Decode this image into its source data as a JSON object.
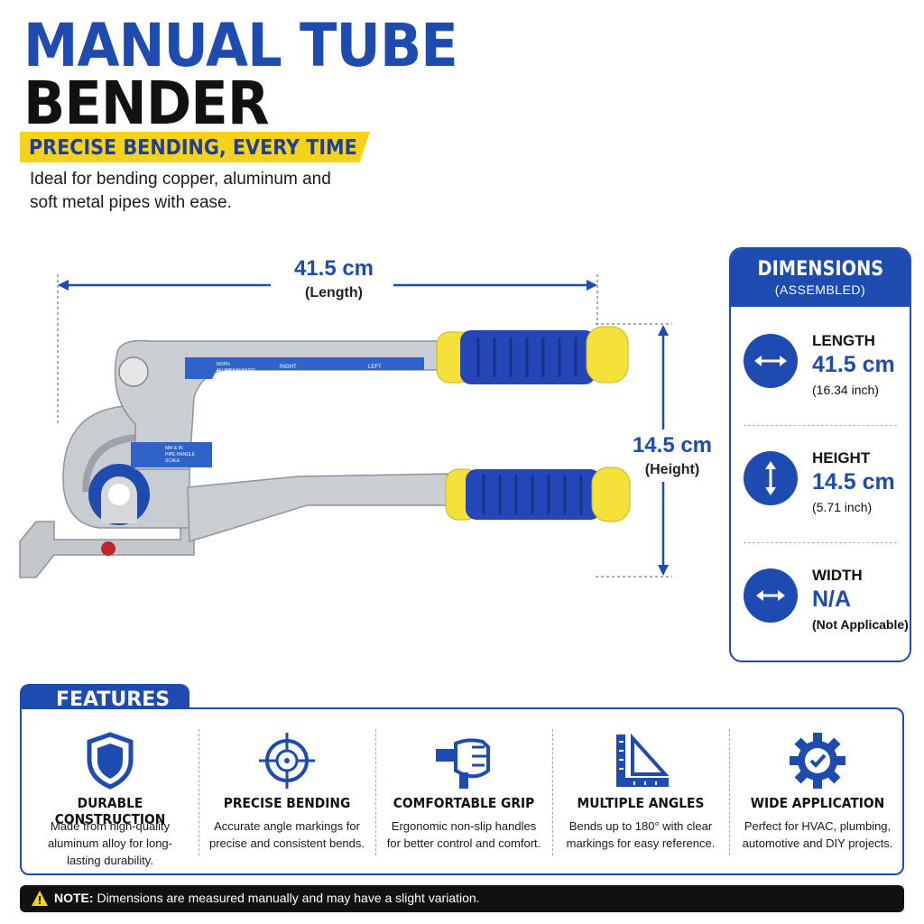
{
  "header": {
    "title_line1": "MANUAL TUBE",
    "title_line2": "BENDER",
    "tagline": "PRECISE BENDING, EVERY TIME",
    "description": "Ideal for bending copper, aluminum and soft metal pipes with ease."
  },
  "product": {
    "length_value": "41.5 cm",
    "length_label": "(Length)",
    "height_value": "14.5 cm",
    "height_label": "(Height)",
    "plate_text_1": "NORN",
    "plate_text_2": "ALUMINUM BASIS",
    "plate_right": "RIGHT",
    "plate_left": "LEFT",
    "plate_scale_1": "MM & IN",
    "plate_scale_2": "PIPE HANDLE",
    "plate_scale_3": "SCALE",
    "colors": {
      "grip": "#2446b8",
      "cap": "#f4e23a",
      "metal": "#c4c7cc"
    }
  },
  "dimensions": {
    "title": "DIMENSIONS",
    "subtitle": "(ASSEMBLED)",
    "items": [
      {
        "label": "LENGTH",
        "value": "41.5 cm",
        "sub": "(16.34 inch)",
        "icon": "horizontal-arrows-icon"
      },
      {
        "label": "HEIGHT",
        "value": "14.5 cm",
        "sub": "(5.71 inch)",
        "icon": "vertical-arrows-icon"
      },
      {
        "label": "WIDTH",
        "value": "N/A",
        "sub": "(Not Applicable)",
        "icon": "width-arrows-icon"
      }
    ]
  },
  "features": {
    "tab_label": "FEATURES",
    "items": [
      {
        "title": "DURABLE CONSTRUCTION",
        "desc": "Made from high-quality aluminum alloy for long-lasting durability.",
        "icon": "shield-icon"
      },
      {
        "title": "PRECISE BENDING",
        "desc": "Accurate angle markings for precise and consistent bends.",
        "icon": "crosshair-icon"
      },
      {
        "title": "COMFORTABLE GRIP",
        "desc": "Ergonomic non-slip handles for better control and comfort.",
        "icon": "hand-grip-icon"
      },
      {
        "title": "MULTIPLE ANGLES",
        "desc": "Bends up to 180° with clear markings for easy reference.",
        "icon": "angle-ruler-icon"
      },
      {
        "title": "WIDE APPLICATION",
        "desc": "Perfect for HVAC, plumbing, automotive and DIY projects.",
        "icon": "gear-check-icon"
      }
    ]
  },
  "note": {
    "label": "NOTE:",
    "text": "Dimensions are measured manually and may have a slight variation.",
    "icon": "warning-icon"
  },
  "theme": {
    "primary": "#1d4bb0",
    "accent": "#f7d21b",
    "dark": "#111111"
  }
}
